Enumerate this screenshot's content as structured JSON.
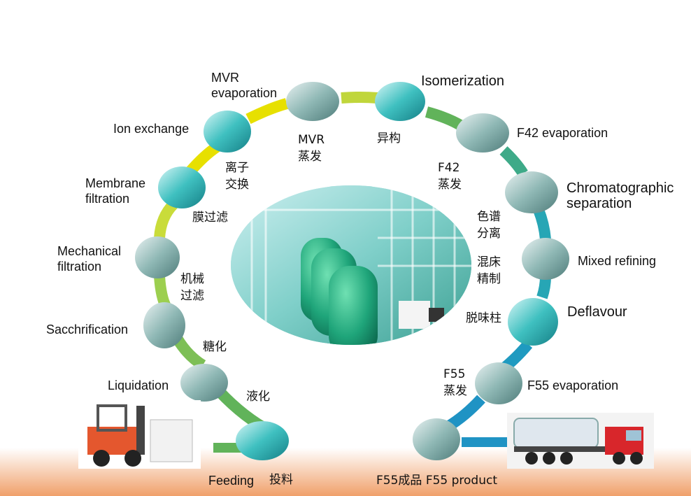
{
  "colors": {
    "loop_yellow": "#e7e000",
    "loop_lightgreen": "#9ccf4f",
    "loop_green": "#61b35a",
    "loop_teal": "#27a6b5",
    "loop_blue": "#1f93c4",
    "floor_gradient_top": "#ffffff",
    "floor_gradient_bottom": "#f0a06a"
  },
  "steps": [
    {
      "id": "feeding",
      "en": "Feeding",
      "zh": "投料"
    },
    {
      "id": "liquidation",
      "en": "Liquidation",
      "zh": "液化"
    },
    {
      "id": "sacchrification",
      "en": "Sacchrification",
      "zh": "糖化"
    },
    {
      "id": "mechanical",
      "en": "Mechanical\nfiltration",
      "zh": "机械\n过滤"
    },
    {
      "id": "membrane",
      "en": "Membrane\nfiltration",
      "zh": "膜过滤"
    },
    {
      "id": "ion",
      "en": "Ion exchange",
      "zh": "离子\n交换"
    },
    {
      "id": "mvr",
      "en": "MVR\nevaporation",
      "zh": "MVR\n蒸发"
    },
    {
      "id": "isomerization",
      "en": "Isomerization",
      "zh": "异构"
    },
    {
      "id": "f42",
      "en": "F42 evaporation",
      "zh": "F42\n蒸发"
    },
    {
      "id": "chromatographic",
      "en": "Chromatographic\nseparation",
      "zh": "色谱\n分离"
    },
    {
      "id": "mixed",
      "en": "Mixed refining",
      "zh": "混床\n精制"
    },
    {
      "id": "deflavour",
      "en": "Deflavour",
      "zh": "脱味柱"
    },
    {
      "id": "f55",
      "en": "F55 evaporation",
      "zh": "F55\n蒸发"
    }
  ],
  "product_label": "F55成品 F55 product"
}
